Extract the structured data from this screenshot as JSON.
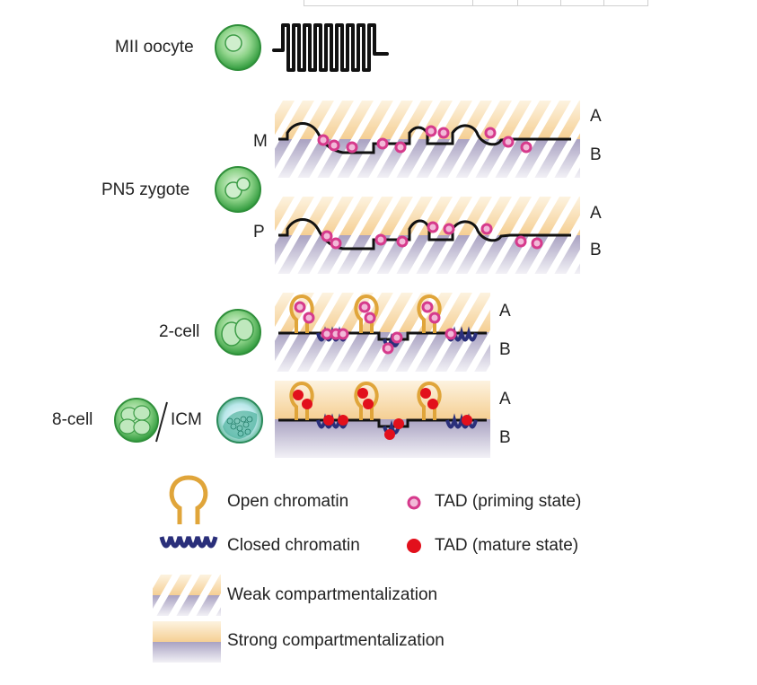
{
  "stages": {
    "mii": "MII oocyte",
    "pn5": "PN5 zygote",
    "m": "M",
    "p": "P",
    "two_cell": "2-cell",
    "eight_cell": "8-cell",
    "icm": "ICM"
  },
  "compartments": {
    "a": "A",
    "b": "B"
  },
  "legend": {
    "open": "Open chromatin",
    "closed": "Closed chromatin",
    "tad_priming": "TAD (priming state)",
    "tad_mature": "TAD (mature state)",
    "weak": "Weak compartmentalization",
    "strong": "Strong compartmentalization"
  },
  "colors": {
    "cell_green": "#3fa84a",
    "open_chromatin": "#e0a53a",
    "closed_chromatin": "#2a2f7a",
    "tad_priming": "#d63a8c",
    "tad_mature": "#e2101c",
    "compartment_a": "#f6d8a8",
    "compartment_b": "#b9b3cc"
  }
}
